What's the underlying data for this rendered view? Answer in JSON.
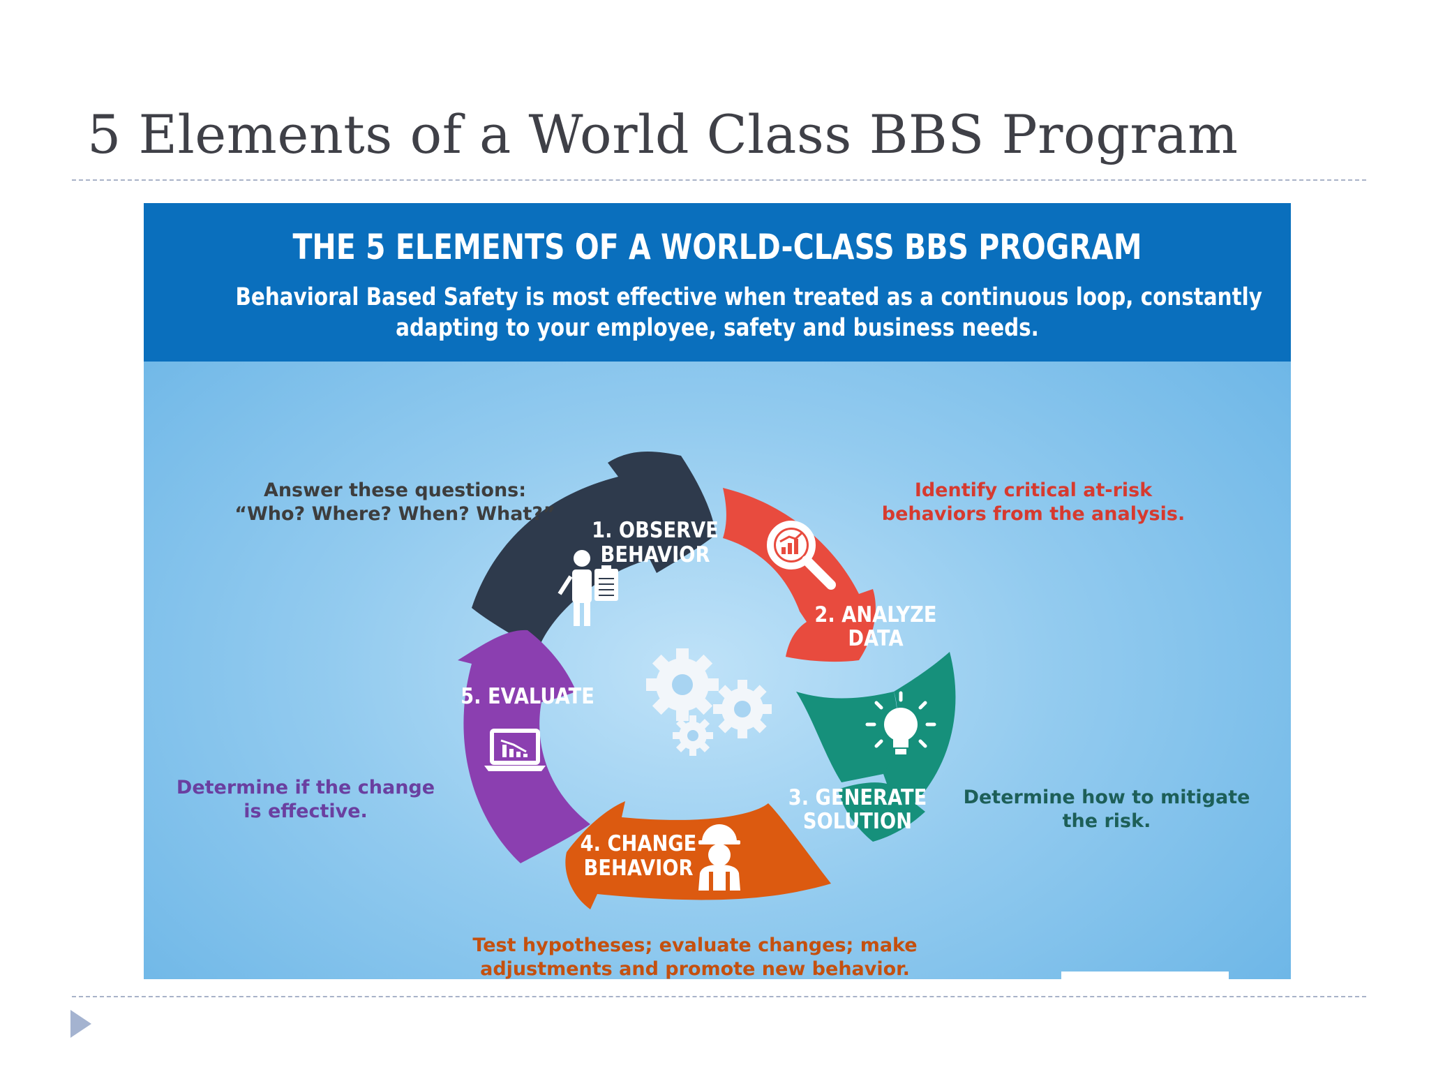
{
  "slide": {
    "title": "5 Elements of a World Class BBS Program"
  },
  "infographic": {
    "banner_title": "THE 5 ELEMENTS OF A WORLD-CLASS BBS PROGRAM",
    "banner_subtitle_line1": "Behavioral Based Safety is most effective when treated as a continuous loop, constantly",
    "banner_subtitle_line2": "adapting to your employee, safety and business needs.",
    "steps": [
      {
        "label_line1": "1. OBSERVE",
        "label_line2": "BEHAVIOR",
        "color": "#2e3a4c",
        "icon": "worker-clipboard-icon",
        "note_line1": "Answer these questions:",
        "note_line2": "“Who? Where? When? What?”",
        "note_color": "#3d3d3d"
      },
      {
        "label_line1": "2. ANALYZE",
        "label_line2": "DATA",
        "color": "#e84b3e",
        "icon": "magnifier-chart-icon",
        "note_line1": "Identify critical at-risk",
        "note_line2": "behaviors from the analysis.",
        "note_color": "#d63a2f"
      },
      {
        "label_line1": "3. GENERATE",
        "label_line2": "SOLUTION",
        "color": "#16907b",
        "icon": "lightbulb-icon",
        "note_line1": "Determine how to mitigate",
        "note_line2": "the risk.",
        "note_color": "#1d5f58"
      },
      {
        "label_line1": "4. CHANGE",
        "label_line2": "BEHAVIOR",
        "color": "#dc5a10",
        "icon": "hardhat-worker-icon",
        "note_line1": "Test hypotheses; evaluate changes; make",
        "note_line2": "adjustments and promote new behavior.",
        "note_color": "#c4500f"
      },
      {
        "label_line1": "5. EVALUATE",
        "label_line2": "",
        "color": "#8b3fb0",
        "icon": "laptop-chart-icon",
        "note_line1": "Determine if the change",
        "note_line2": "is effective.",
        "note_color": "#6a3fa0"
      }
    ],
    "center_icon": "gears-icon"
  }
}
